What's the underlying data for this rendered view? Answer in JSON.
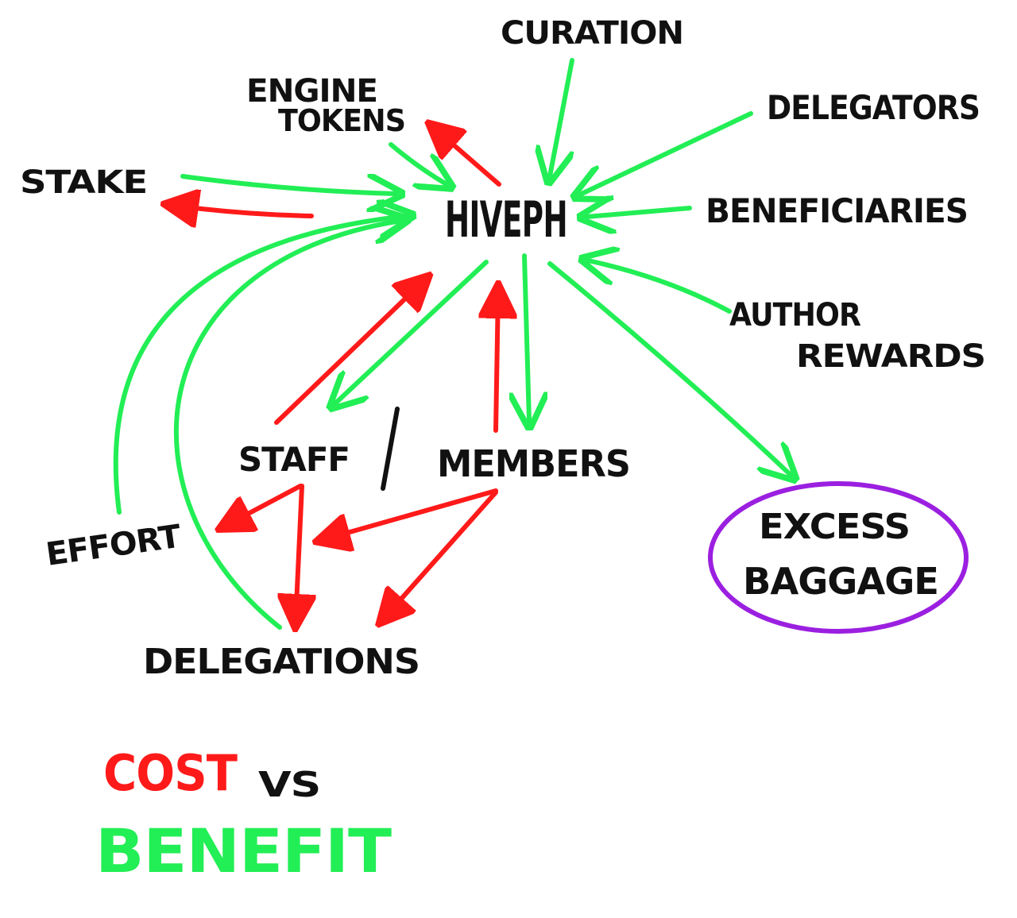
{
  "colors": {
    "cost": "#ff1a1a",
    "benefit": "#22ee55",
    "ink": "#111111",
    "highlight": "#9b1fe0"
  },
  "nodes": {
    "hiveph": "HIVEPH",
    "curation": "CURATION",
    "engine_tokens_line1": "ENGINE",
    "engine_tokens_line2": "TOKENS",
    "delegators": "DELEGATORS",
    "stake": "STAKE",
    "beneficiaries": "BENEFICIARIES",
    "author_rewards_line1": "AUTHOR",
    "author_rewards_line2": "REWARDS",
    "staff": "STAFF",
    "separator": "/",
    "members": "MEMBERS",
    "effort": "EFFORT",
    "delegations": "DELEGATIONS",
    "excess_baggage_line1": "EXCESS",
    "excess_baggage_line2": "BAGGAGE"
  },
  "legend": {
    "cost": "COST",
    "vs": "VS",
    "benefit": "BENEFIT"
  }
}
